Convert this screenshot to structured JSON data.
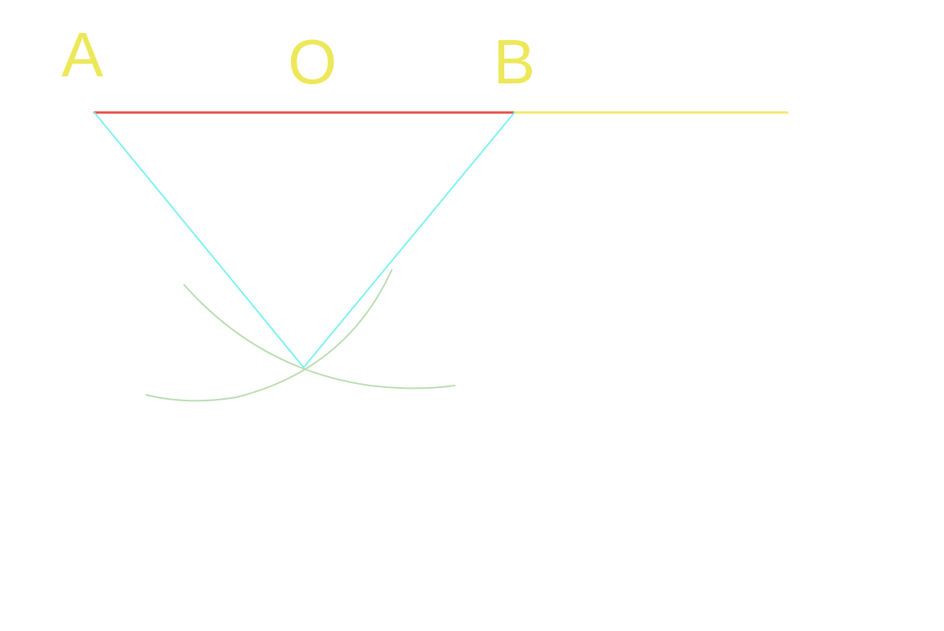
{
  "labels": {
    "point_a": "A",
    "point_o": "O",
    "point_b": "B"
  },
  "colors": {
    "background": "#ffffff",
    "label": "#ece85a",
    "segment_ab": "#e84c4c",
    "ray_extension": "#f2e96a",
    "perpendicular_lines": "#7cf0f2",
    "compass_arcs": "#b9dcb0"
  }
}
